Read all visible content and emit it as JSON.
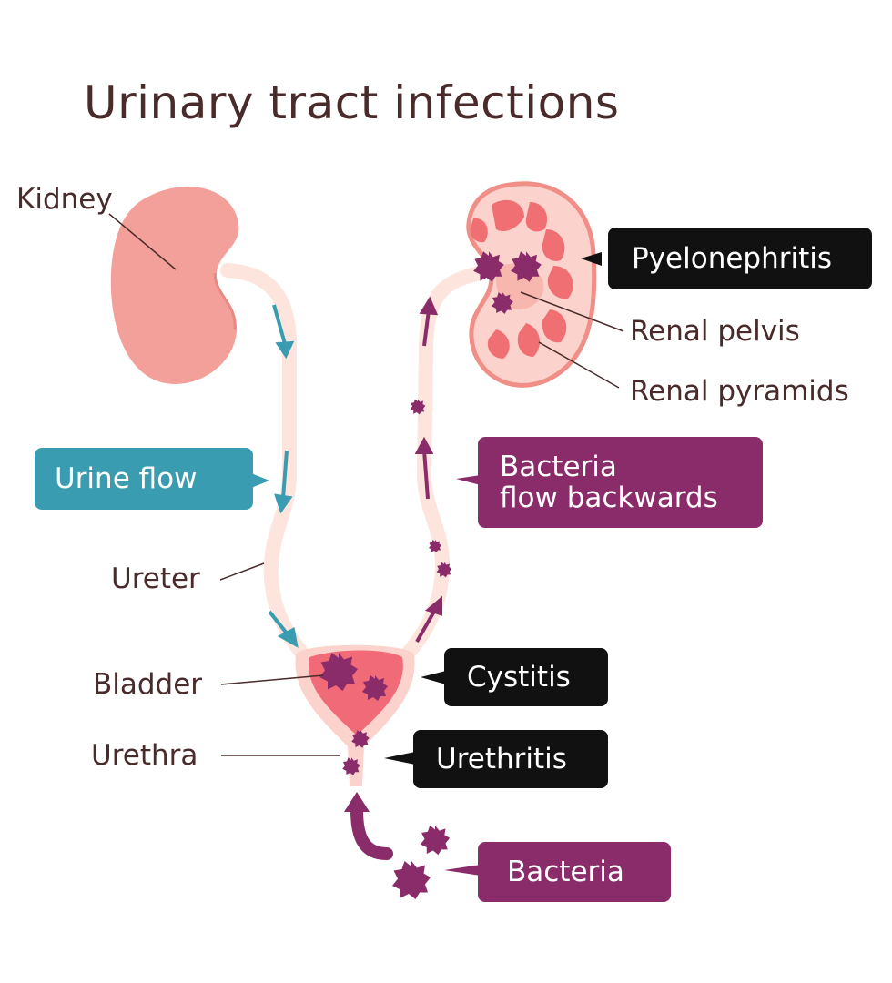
{
  "title": "Urinary tract infections",
  "labels": {
    "kidney": "Kidney",
    "renal_pelvis": "Renal pelvis",
    "renal_pyramids": "Renal pyramids",
    "ureter": "Ureter",
    "bladder": "Bladder",
    "urethra": "Urethra"
  },
  "callouts": {
    "pyelonephritis": "Pyelonephritis",
    "urine_flow": "Urine flow",
    "bacteria_backwards_line1": "Bacteria",
    "bacteria_backwards_line2": "flow backwards",
    "cystitis": "Cystitis",
    "urethritis": "Urethritis",
    "bacteria": "Bacteria"
  },
  "colors": {
    "kidney": "#f4a09a",
    "tube": "#fde4dc",
    "urine_arrow": "#3a9cb0",
    "bacteria": "#8a2b6a",
    "black_callout": "#111111"
  }
}
